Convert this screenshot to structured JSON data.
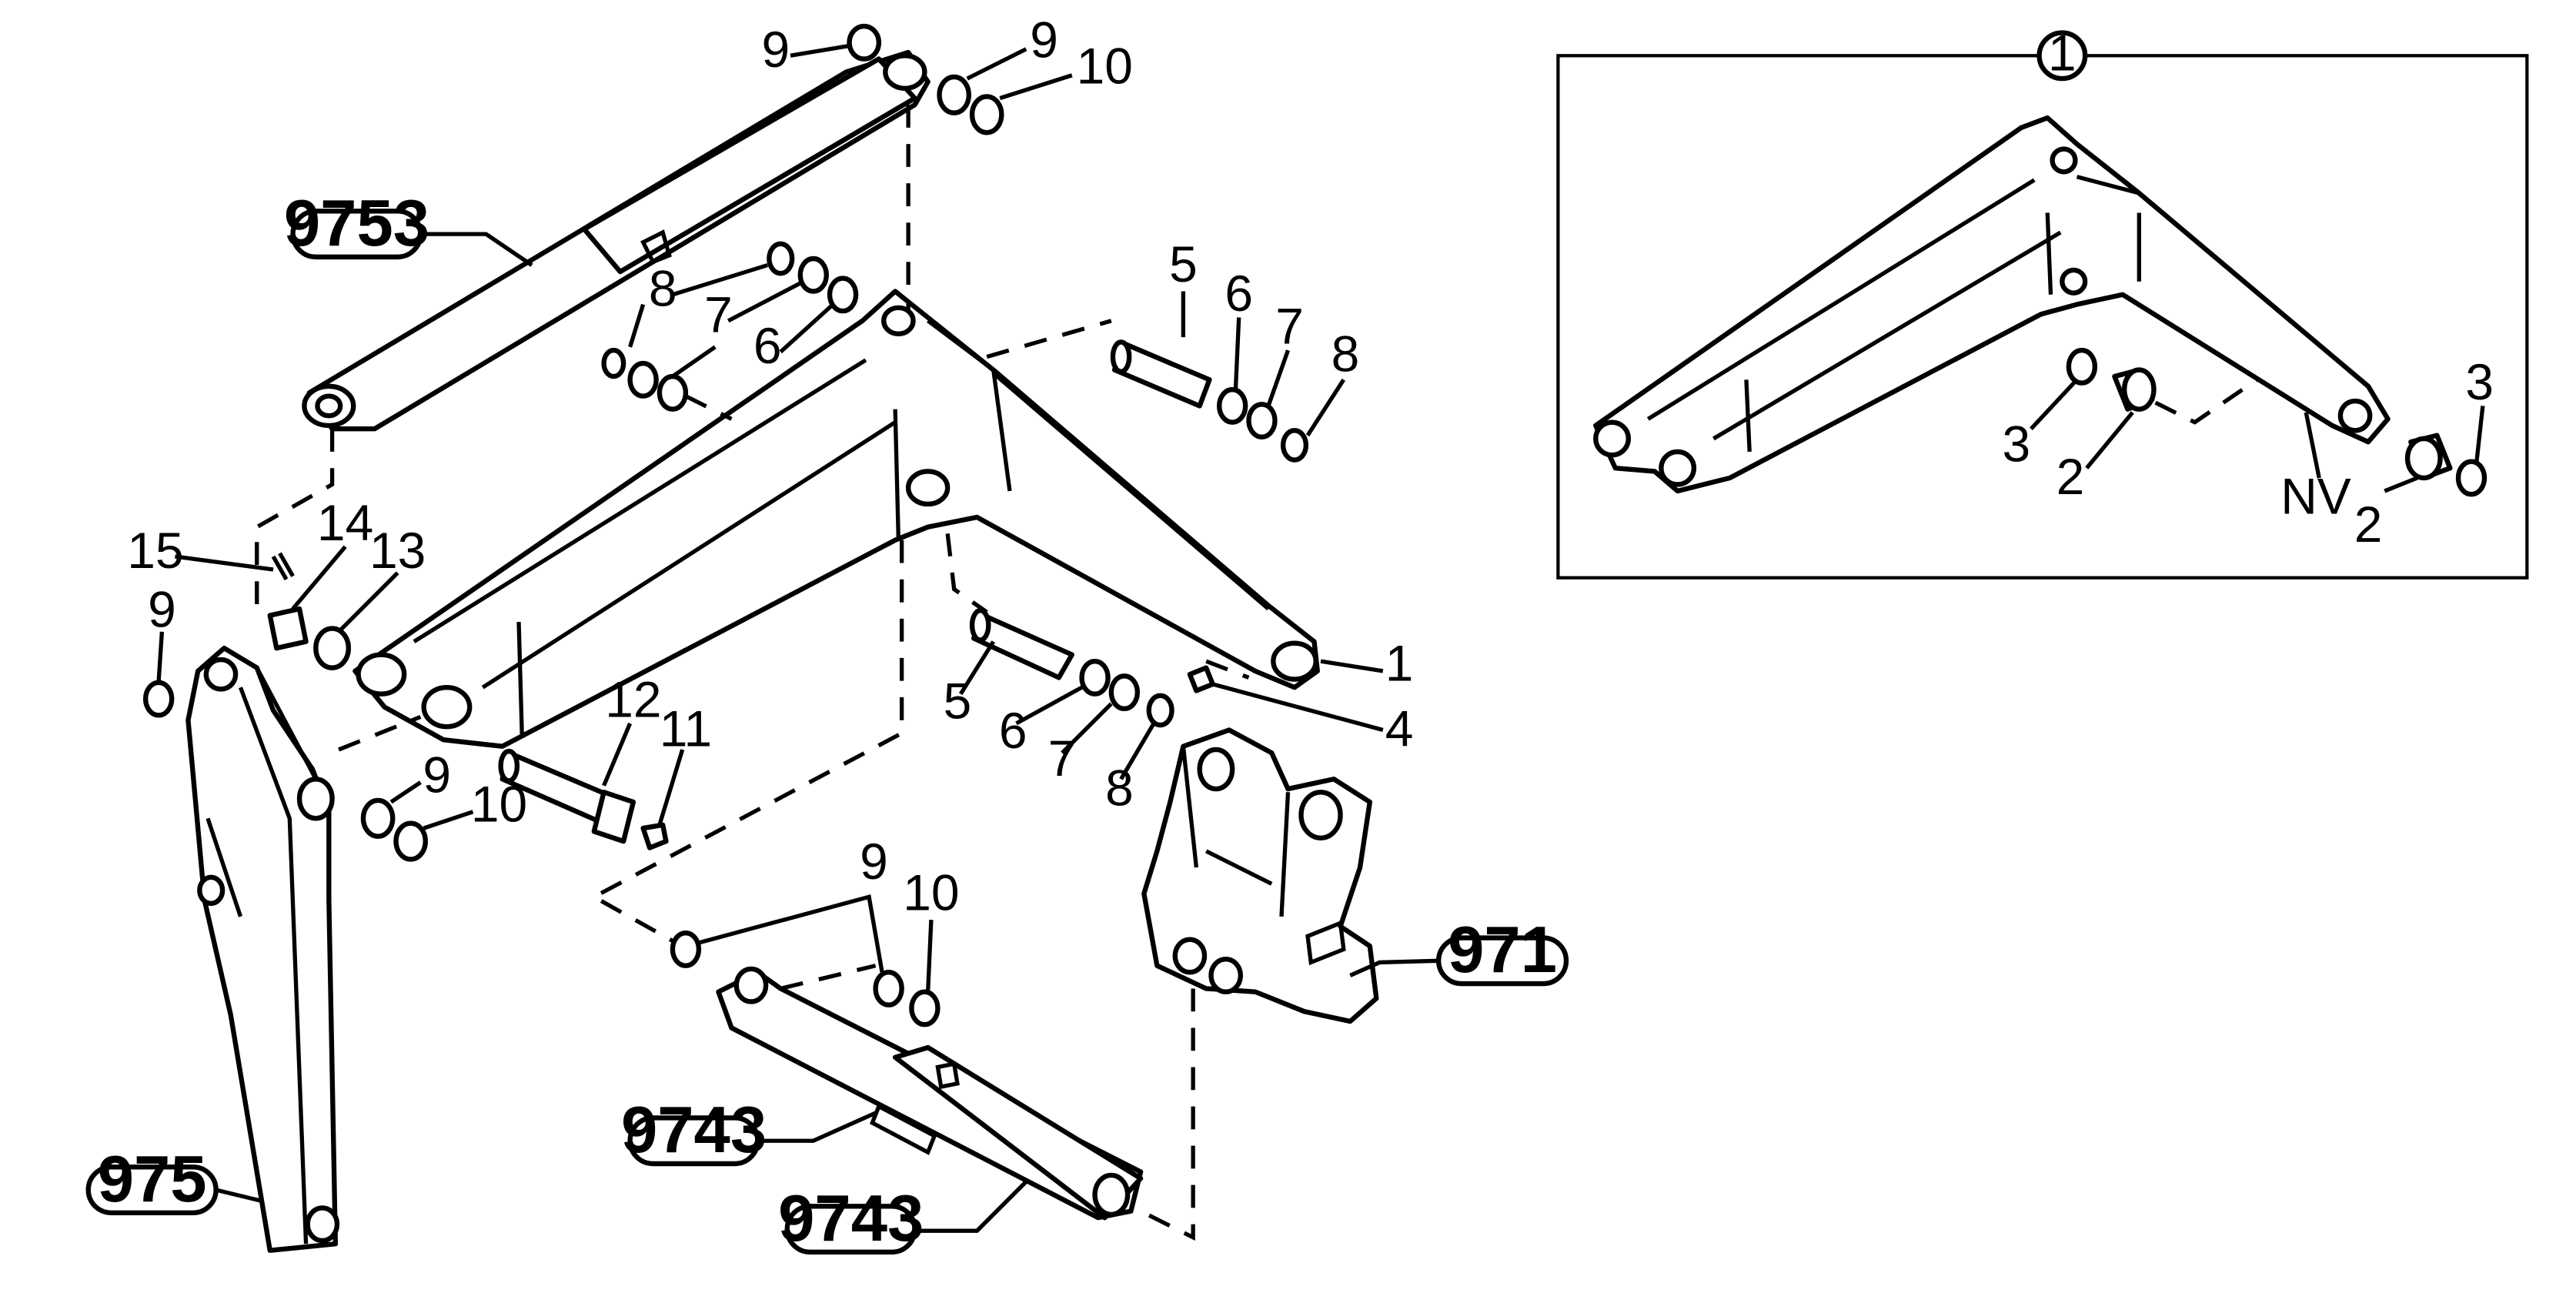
{
  "diagram": {
    "references": {
      "upper_cylinder": "9753",
      "lower_cylinder_1": "9743",
      "lower_cylinder_2": "9743",
      "arm": "975",
      "swing_bracket": "971"
    },
    "callouts_main": {
      "c1": "1",
      "c4": "4",
      "c5a": "5",
      "c5b": "5",
      "c6a": "6",
      "c6b": "6",
      "c7a": "7",
      "c7b": "7",
      "c7c": "7",
      "c8a": "8",
      "c8b": "8",
      "c8c": "8",
      "c6c": "6",
      "c9a": "9",
      "c9b": "9",
      "c9c": "9",
      "c9d": "9",
      "c9e": "9",
      "c10a": "10",
      "c10b": "10",
      "c10c": "10",
      "c11": "11",
      "c12": "12",
      "c13": "13",
      "c14": "14",
      "c15": "15"
    },
    "inset": {
      "badge": "1",
      "c2a": "2",
      "c2b": "2",
      "c3a": "3",
      "c3b": "3",
      "nv": "NV"
    }
  },
  "colors": {
    "line": "#000000",
    "background": "#ffffff"
  }
}
